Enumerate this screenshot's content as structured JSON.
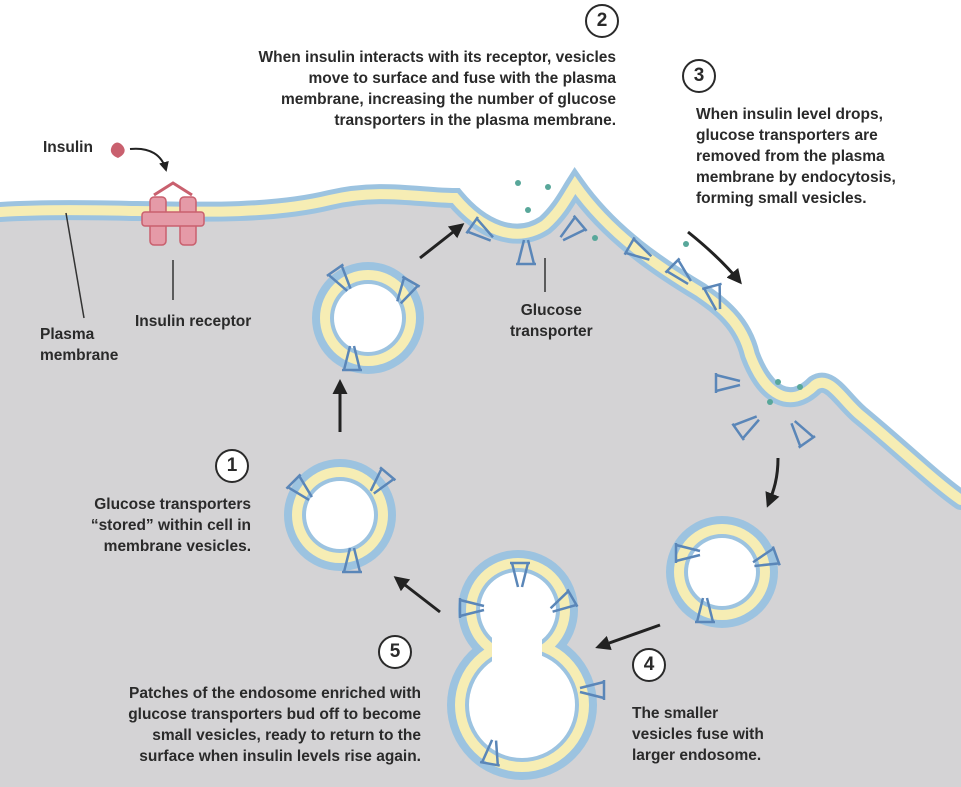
{
  "labels": {
    "insulin": "Insulin",
    "insulin_receptor": "Insulin receptor",
    "plasma_membrane": "Plasma\nmembrane",
    "glucose_transporter": "Glucose\ntransporter"
  },
  "steps": [
    {
      "number": "1",
      "text": "Glucose transporters\n“stored” within cell in\nmembrane vesicles."
    },
    {
      "number": "2",
      "text": "When insulin interacts with its receptor, vesicles\nmove to surface and fuse with the plasma\nmembrane, increasing the number of glucose\ntransporters in the plasma membrane."
    },
    {
      "number": "3",
      "text": "When insulin level drops,\nglucose transporters are\nremoved from the plasma\nmembrane by endocytosis,\nforming small vesicles."
    },
    {
      "number": "4",
      "text": "The smaller\nvesicles fuse with\nlarger endosome."
    },
    {
      "number": "5",
      "text": "Patches of the endosome enriched with\nglucose transporters bud off to become\nsmall vesicles, ready to return to the\nsurface when insulin levels rise again."
    }
  ],
  "colors": {
    "cytoplasm": "#d4d3d5",
    "membrane_outer": "#9cc3e0",
    "membrane_core": "#f6edb4",
    "transporter": "#5a86b8",
    "transporter_fill": "#ffffff",
    "receptor": "#e59aa7",
    "insulin": "#c9606e",
    "glucose": "#58a79a",
    "arrow": "#222222",
    "text": "#2a2a2a"
  }
}
